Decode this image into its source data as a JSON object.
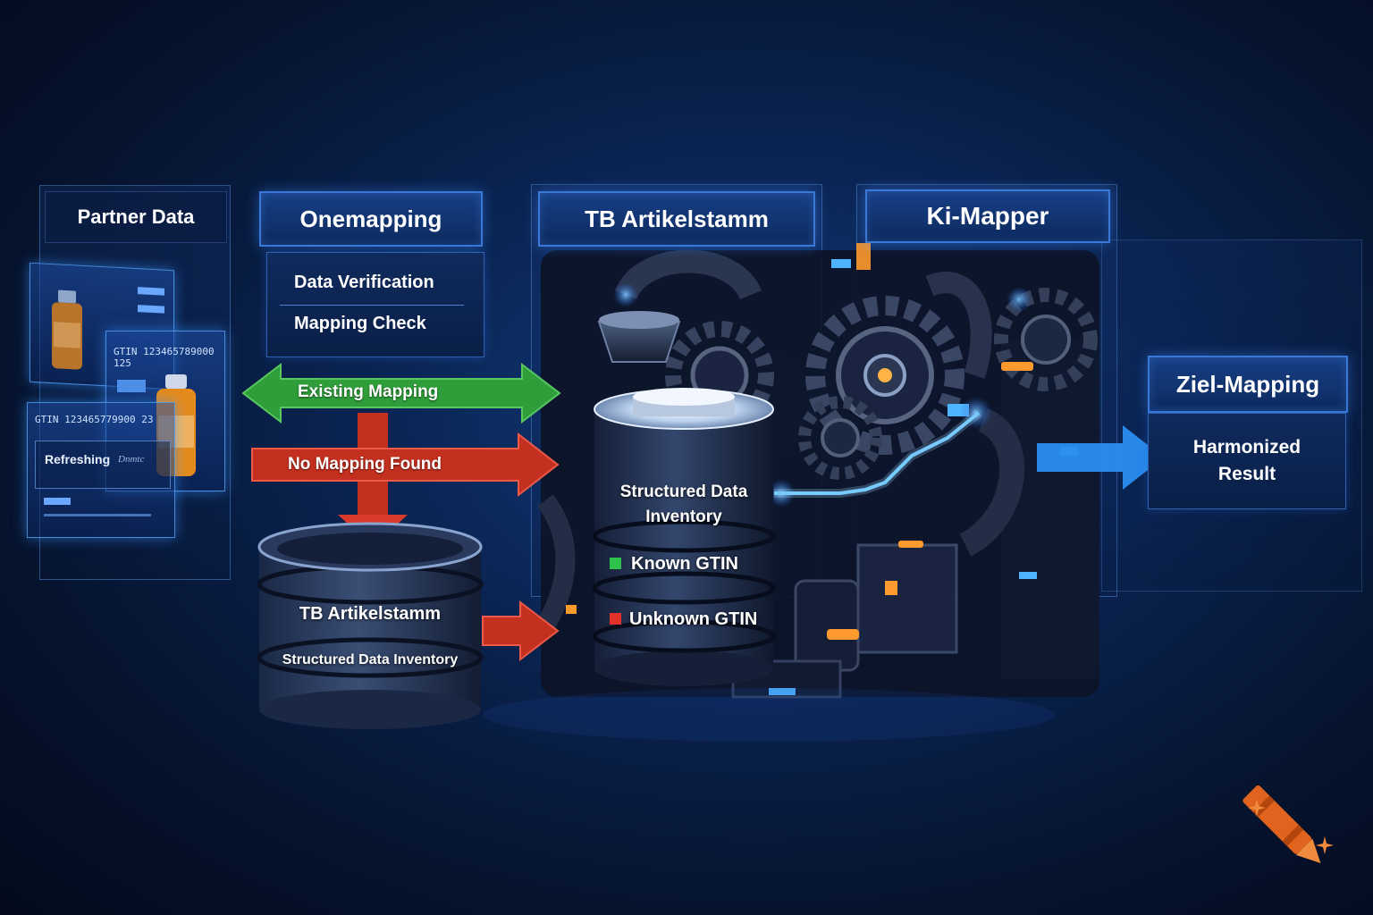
{
  "panels": {
    "partner": {
      "title": "Partner Data"
    },
    "onemapping": {
      "title": "Onemapping",
      "lines": [
        "Data Verification",
        "Mapping Check"
      ]
    },
    "artikelstamm": {
      "title": "TB Artikelstamm"
    },
    "kimapper": {
      "title": "Ki-Mapper"
    },
    "ziel": {
      "title": "Ziel-Mapping",
      "result": "Harmonized Result"
    }
  },
  "partner_cards": {
    "gtin_1": "GTIN 123465789000 125",
    "gtin_2": "GTIN 123465779900 23",
    "refreshing": "Refreshing",
    "refreshing_sub": "Dnmtc"
  },
  "arrows": {
    "existing": "Existing Mapping",
    "no_mapping": "No Mapping Found"
  },
  "db_left": {
    "title": "TB Artikelstamm",
    "subtitle": "Structured Data Inventory"
  },
  "db_center": {
    "title_line1": "Structured Data",
    "title_line2": "Inventory",
    "known": "Known GTIN",
    "unknown": "Unknown GTIN"
  },
  "colors": {
    "arrow_green": "#2f9e3a",
    "arrow_red": "#d93a2c",
    "arrow_blue": "#2a8ef0",
    "known_marker": "#2fc24a",
    "unknown_marker": "#e0322a",
    "accent_orange": "#ff9a2e"
  },
  "icons": [
    "medicine-bottle-icon",
    "gear-icon",
    "crayon-logo-icon",
    "sparkle-icon"
  ]
}
